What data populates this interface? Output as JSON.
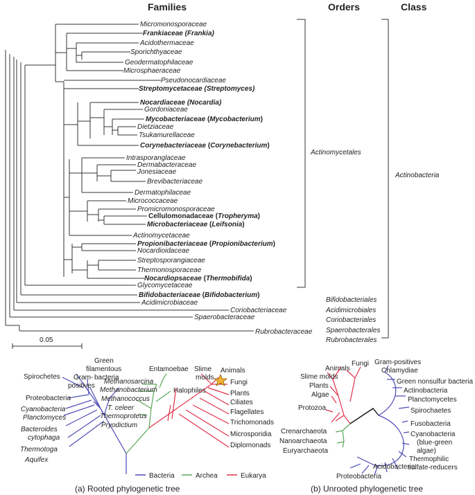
{
  "headers": {
    "families": "Families",
    "orders": "Orders",
    "class": "Class"
  },
  "families": [
    {
      "name": "Micromonosporaceae",
      "genus": ""
    },
    {
      "name": "Frankiaceae",
      "genus": "Frankia"
    },
    {
      "name": "Acidothermaceae",
      "genus": ""
    },
    {
      "name": "Sporichthyaceae",
      "genus": ""
    },
    {
      "name": "Geodermatophilaceae",
      "genus": ""
    },
    {
      "name": "Microsphaeraceae",
      "genus": ""
    },
    {
      "name": "Pseudonocardiaceae",
      "genus": ""
    },
    {
      "name": "Streptomycetaceae",
      "genus": "Streptomyces"
    },
    {
      "name": "Nocardiaceae",
      "genus": "Nocardia"
    },
    {
      "name": "Gordoniaceae",
      "genus": ""
    },
    {
      "name": "Mycobacteriaceae",
      "genus": "Mycobacterium"
    },
    {
      "name": "Dietziaceae",
      "genus": ""
    },
    {
      "name": "Tsukamurellaceae",
      "genus": ""
    },
    {
      "name": "Corynebacteriaceae",
      "genus": "Corynebacterium"
    },
    {
      "name": "Intrasporanglaceae",
      "genus": ""
    },
    {
      "name": "Dermabacteraceae",
      "genus": ""
    },
    {
      "name": "Jonesiaceae",
      "genus": ""
    },
    {
      "name": "Brevibacteriaceae",
      "genus": ""
    },
    {
      "name": "Dermatophilaceae",
      "genus": ""
    },
    {
      "name": "Micrococcaceae",
      "genus": ""
    },
    {
      "name": "Promicromonosporaceae",
      "genus": ""
    },
    {
      "name": "Cellulomonadaceae",
      "genus": "Tropheryma"
    },
    {
      "name": "Microbacteriaceae",
      "genus": "Leifsonia"
    },
    {
      "name": "Actinomycetaceae",
      "genus": ""
    },
    {
      "name": "Propionibacteriaceae",
      "genus": "Propionibacterium"
    },
    {
      "name": "Nocardioidaceae",
      "genus": ""
    },
    {
      "name": "Streptosporangiaceae",
      "genus": ""
    },
    {
      "name": "Thermonosporaceae",
      "genus": ""
    },
    {
      "name": "Nocardiopsaceae",
      "genus": "Thermobifida"
    },
    {
      "name": "Glycomycetaceae",
      "genus": ""
    },
    {
      "name": "Bifidobacteriaceae",
      "genus": "Bifidobacterium"
    },
    {
      "name": "Acidimicrobiaceae",
      "genus": ""
    },
    {
      "name": "Coriobacteriaceae",
      "genus": ""
    },
    {
      "name": "Spaerobacteraceae",
      "genus": ""
    },
    {
      "name": "Rubrobacteraceae",
      "genus": ""
    }
  ],
  "orders": {
    "main": "Actinomycetales",
    "others": [
      "Bifidobacteriales",
      "Acidimicrobiales",
      "Coriobacteriales",
      "Spaerobacterales",
      "Rubrobacterales"
    ]
  },
  "class_label": "Actinobacteria",
  "scale_label": "0.05",
  "rooted": {
    "bacteria": [
      "Spirochetes",
      "Proteobacteria",
      "Cyanobacteria",
      "Planctomyces",
      "Bacteroides",
      "cytophaga",
      "Thermotoga",
      "Aquifex",
      "Gram-",
      "positives",
      "Green",
      "filamentous",
      "bacteria"
    ],
    "archea": [
      "Entamoebae",
      "Methanosarcina",
      "Methanobacterium",
      "Methanococcus",
      "T. celeer",
      "Thermoproteus",
      "Pryodictium",
      "Halophiles"
    ],
    "eukarya": [
      "Slime",
      "molds",
      "Animals",
      "Fungi",
      "Plants",
      "Ciliates",
      "Flagellates",
      "Trichomonads",
      "Microsporidia",
      "Diplomonads"
    ],
    "legend": [
      "Bacteria",
      "Archea",
      "Eukarya"
    ],
    "legend_colors": [
      "#4a4ab4",
      "#5aa85a",
      "#e0304a"
    ],
    "caption": "(a) Rooted phylogenetic tree"
  },
  "unrooted": {
    "eukarya": [
      "Animals",
      "Fungi",
      "Slime molds",
      "Plants",
      "Algae",
      "Protozoa"
    ],
    "archaea": [
      "Crenarchaeota",
      "Nanoarchaeota",
      "Euryarchaeota"
    ],
    "bacteria": [
      "Gram-positives",
      "Chlamydiae",
      "Green nonsulfur bacteria",
      "Actinobacteria",
      "Planctomycetes",
      "Spirochaetes",
      "Fusobacteria",
      "Cyanobacteria",
      "(blue-green",
      "algae)",
      "Thermophilic",
      "sulfate-reducers",
      "Acidobacteria",
      "Proteobacteria"
    ],
    "caption": "(b) Unrooted phylogenetic tree"
  }
}
